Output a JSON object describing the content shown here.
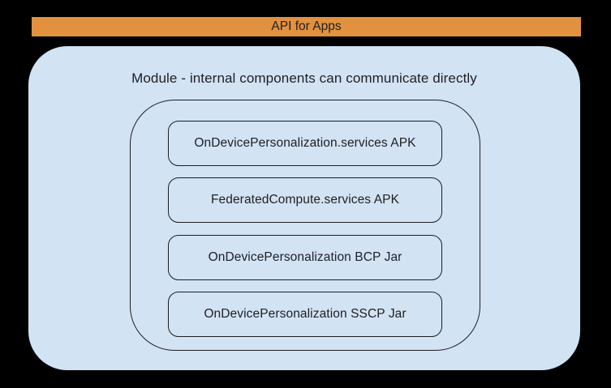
{
  "colors": {
    "background": "#000000",
    "banner": "#e2913f",
    "module_fill": "#d2e3f4",
    "stroke": "#1d1f21",
    "text": "#202124"
  },
  "banner": {
    "label": "API for Apps"
  },
  "module": {
    "title": "Module - internal components can communicate directly",
    "components": [
      {
        "label": "OnDevicePersonalization.services APK"
      },
      {
        "label": "FederatedCompute.services APK"
      },
      {
        "label": "OnDevicePersonalization BCP Jar"
      },
      {
        "label": "OnDevicePersonalization SSCP Jar"
      }
    ]
  }
}
